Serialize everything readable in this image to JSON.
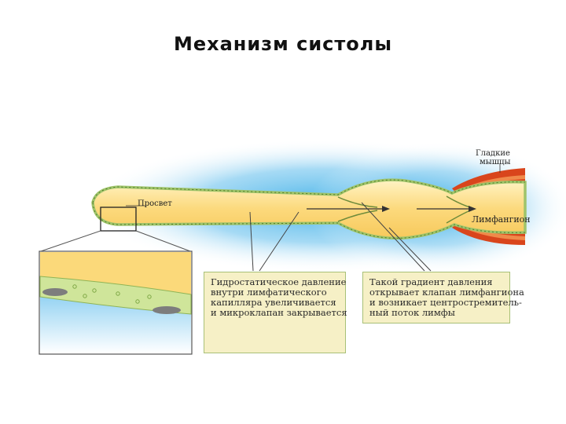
{
  "title": "Механизм систолы",
  "labels": {
    "lumen": "Просвет",
    "smooth_muscles": [
      "Гладкие",
      "мышцы"
    ],
    "lymphangion": "Лимфангион"
  },
  "callouts": {
    "left": [
      "Гидростатическое давление",
      "внутри лимфатического",
      "капилляра увеличивается",
      "и микроклапан закрывается"
    ],
    "right": [
      "Такой градиент давления",
      "открывает клапан лимфангиона",
      "и возникает центростремитель-",
      "ный поток лимфы"
    ]
  },
  "colors": {
    "lymph": "#fbd97a",
    "vessel_wall": "#9fc46a",
    "muscle": "#d9451c",
    "interstitium": "#52b8e6",
    "callout_bg": "#f6f0c6"
  }
}
